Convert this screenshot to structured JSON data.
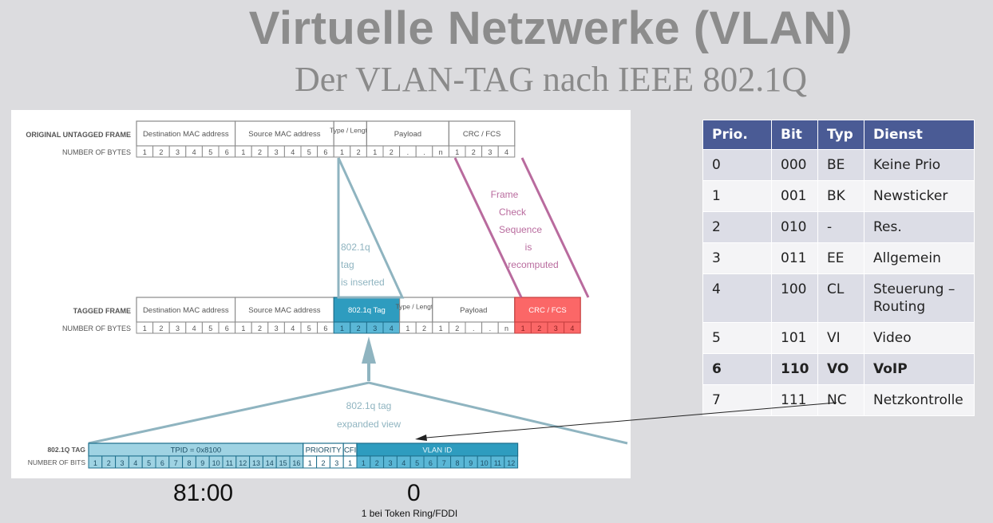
{
  "slide": {
    "title": "Virtuelle Netzwerke (VLAN)",
    "subtitle": "Der VLAN-TAG nach IEEE 802.1Q"
  },
  "diagram": {
    "untagged_label": "ORIGINAL UNTAGGED FRAME",
    "tagged_label": "TAGGED FRAME",
    "bytes_label": "NUMBER OF BYTES",
    "bits_label": "NUMBER OF BITS",
    "tag_label": "802.1Q TAG",
    "untagged_fields": [
      {
        "label": "Destination MAC address",
        "cells": [
          "1",
          "2",
          "3",
          "4",
          "5",
          "6"
        ]
      },
      {
        "label": "Source MAC address",
        "cells": [
          "1",
          "2",
          "3",
          "4",
          "5",
          "6"
        ]
      },
      {
        "label": "Type / Length",
        "cells": [
          "1",
          "2"
        ]
      },
      {
        "label": "Payload",
        "cells": [
          "1",
          "2",
          ".",
          ".",
          "n"
        ]
      },
      {
        "label": "CRC / FCS",
        "cells": [
          "1",
          "2",
          "3",
          "4"
        ]
      }
    ],
    "tagged_fields": [
      {
        "label": "Destination MAC address",
        "cells": [
          "1",
          "2",
          "3",
          "4",
          "5",
          "6"
        ],
        "style": "normal"
      },
      {
        "label": "Source MAC address",
        "cells": [
          "1",
          "2",
          "3",
          "4",
          "5",
          "6"
        ],
        "style": "normal"
      },
      {
        "label": "802.1q Tag",
        "cells": [
          "1",
          "2",
          "3",
          "4"
        ],
        "style": "tag"
      },
      {
        "label": "Type / Length",
        "cells": [
          "1",
          "2"
        ],
        "style": "normal"
      },
      {
        "label": "Payload",
        "cells": [
          "1",
          "2",
          ".",
          ".",
          "n"
        ],
        "style": "normal"
      },
      {
        "label": "CRC / FCS",
        "cells": [
          "1",
          "2",
          "3",
          "4"
        ],
        "style": "crc"
      }
    ],
    "tag_fields": [
      {
        "label": "TPID = 0x8100",
        "cells": [
          "1",
          "2",
          "3",
          "4",
          "5",
          "6",
          "7",
          "8",
          "9",
          "10",
          "11",
          "12",
          "13",
          "14",
          "15",
          "16"
        ],
        "style": "light"
      },
      {
        "label": "PRIORITY",
        "cells": [
          "1",
          "2",
          "3"
        ],
        "style": "white"
      },
      {
        "label": "CFI",
        "cells": [
          "1"
        ],
        "style": "white"
      },
      {
        "label": "VLAN ID",
        "cells": [
          "1",
          "2",
          "3",
          "4",
          "5",
          "6",
          "7",
          "8",
          "9",
          "10",
          "11",
          "12"
        ],
        "style": "dark"
      }
    ],
    "inserted_text": [
      "802.1q",
      "tag",
      "is inserted"
    ],
    "fcs_text": [
      "Frame",
      "Check",
      "Sequence",
      "is",
      "recomputed"
    ],
    "expanded_text": [
      "802.1q tag",
      "expanded view"
    ],
    "colors": {
      "tag_blue": "#2e9cbf",
      "tag_light": "#9fd3e3",
      "trapezoid": "#8fb4c0",
      "fcs_pink": "#b96b9e",
      "crc_red": "#fb6767",
      "grid_gray": "#8a8a8a"
    }
  },
  "values": {
    "tpid": "81:00",
    "cfi": "0",
    "cfi_note": "1 bei Token Ring/FDDI"
  },
  "priority_table": {
    "headers": [
      "Prio.",
      "Bit",
      "Typ",
      "Dienst"
    ],
    "rows": [
      {
        "prio": "0",
        "bit": "000",
        "typ": "BE",
        "dienst": "Keine Prio"
      },
      {
        "prio": "1",
        "bit": "001",
        "typ": "BK",
        "dienst": "Newsticker"
      },
      {
        "prio": "2",
        "bit": "010",
        "typ": "-",
        "dienst": "Res."
      },
      {
        "prio": "3",
        "bit": "011",
        "typ": "EE",
        "dienst": "Allgemein"
      },
      {
        "prio": "4",
        "bit": "100",
        "typ": "CL",
        "dienst": "Steuerung – Routing"
      },
      {
        "prio": "5",
        "bit": "101",
        "typ": "VI",
        "dienst": "Video"
      },
      {
        "prio": "6",
        "bit": "110",
        "typ": "VO",
        "dienst": "VoIP",
        "bold": true
      },
      {
        "prio": "7",
        "bit": "111",
        "typ": "NC",
        "dienst": "Netzkontrolle"
      }
    ]
  }
}
